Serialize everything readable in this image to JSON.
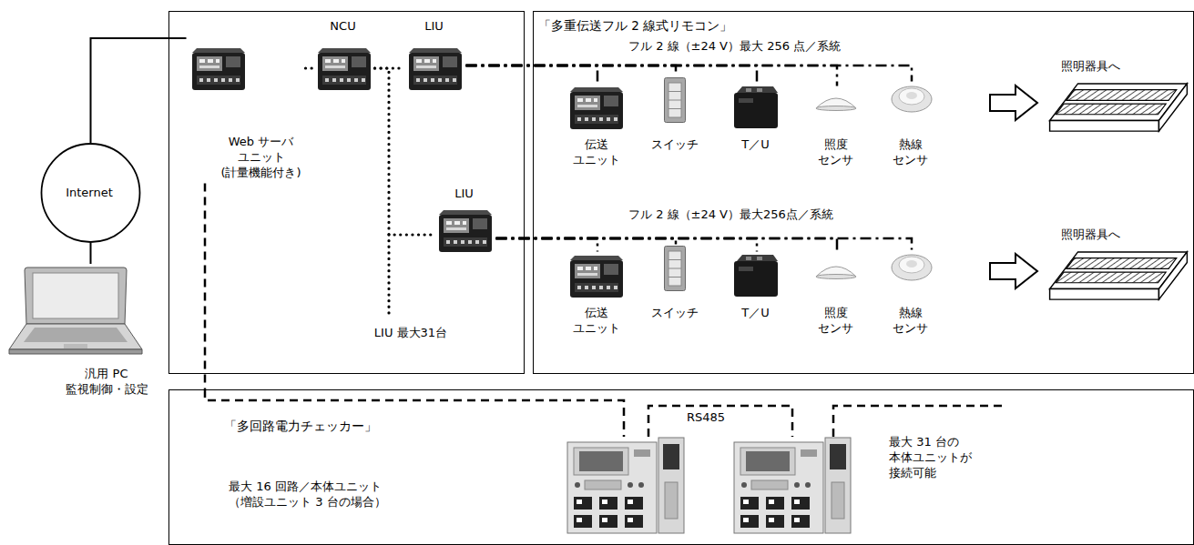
{
  "diagram": {
    "nodes": [
      {
        "text": [
          "Internet"
        ]
      },
      {
        "text": [
          "汎用 PC 監視制御・設定"
        ]
      },
      {
        "text": [
          "LIU 最大31台"
        ]
      },
      {
        "text": [
          "Web サーバ ユニット (計量機能付き)"
        ],
        "in": 2
      },
      {
        "text": [
          "NCU"
        ],
        "in": 2
      },
      {
        "text": [
          "LIU"
        ],
        "in": 2
      },
      {
        "text": [
          "LIU"
        ],
        "in": 2
      },
      {
        "text": [
          "「多重伝送フル 2 線式リモコン」"
        ]
      },
      {
        "text": [
          "伝送 ユニット"
        ],
        "in": 7
      },
      {
        "text": [
          "スイッチ"
        ],
        "in": 7
      },
      {
        "text": [
          "T／U"
        ],
        "in": 7
      },
      {
        "text": [
          "照度 センサ"
        ],
        "in": 7
      },
      {
        "text": [
          "熱線 センサ"
        ],
        "in": 7
      },
      {
        "text": [
          "伝送 ユニット"
        ],
        "in": 7
      },
      {
        "text": [
          "スイッチ"
        ],
        "in": 7
      },
      {
        "text": [
          "T／U"
        ],
        "in": 7
      },
      {
        "text": [
          "照度 センサ"
        ],
        "in": 7
      },
      {
        "text": [
          "熱線 センサ"
        ],
        "in": 7
      },
      {
        "text": [
          "「多回路電力チェッカー」",
          "最大 16 回路／本体ユニット （増設ユニット 3 台の場合）",
          "最大 31 台の 本体ユニットが 接続可能"
        ]
      }
    ],
    "edges": [
      {
        "from": 0,
        "to": 1,
        "arrow": "none"
      },
      {
        "from": 0,
        "to": 3,
        "arrow": "none"
      },
      {
        "from": 3,
        "to": 4,
        "arrow": "none"
      },
      {
        "from": 4,
        "to": 5,
        "arrow": "none"
      },
      {
        "from": 4,
        "to": 6,
        "arrow": "none"
      },
      {
        "from": 3,
        "to": 18,
        "arrow": "none"
      },
      {
        "from": 5,
        "to": 8,
        "arrow": "none"
      },
      {
        "from": 5,
        "to": 9,
        "arrow": "none"
      },
      {
        "from": 5,
        "to": 10,
        "arrow": "none"
      },
      {
        "from": 5,
        "to": 11,
        "arrow": "none"
      },
      {
        "from": 5,
        "to": 12,
        "arrow": "none"
      },
      {
        "from": 6,
        "to": 13,
        "arrow": "none"
      },
      {
        "from": 6,
        "to": 14,
        "arrow": "none"
      },
      {
        "from": 6,
        "to": 15,
        "arrow": "none"
      },
      {
        "from": 6,
        "to": 16,
        "arrow": "none"
      },
      {
        "from": 6,
        "to": 17,
        "arrow": "none"
      }
    ],
    "labels": [
      "フル 2 線（±24 V）最大 256 点／系統",
      "照明器具へ",
      "フル 2 線（±24 V）最大256点／系統",
      "照明器具へ",
      "RS485"
    ]
  }
}
